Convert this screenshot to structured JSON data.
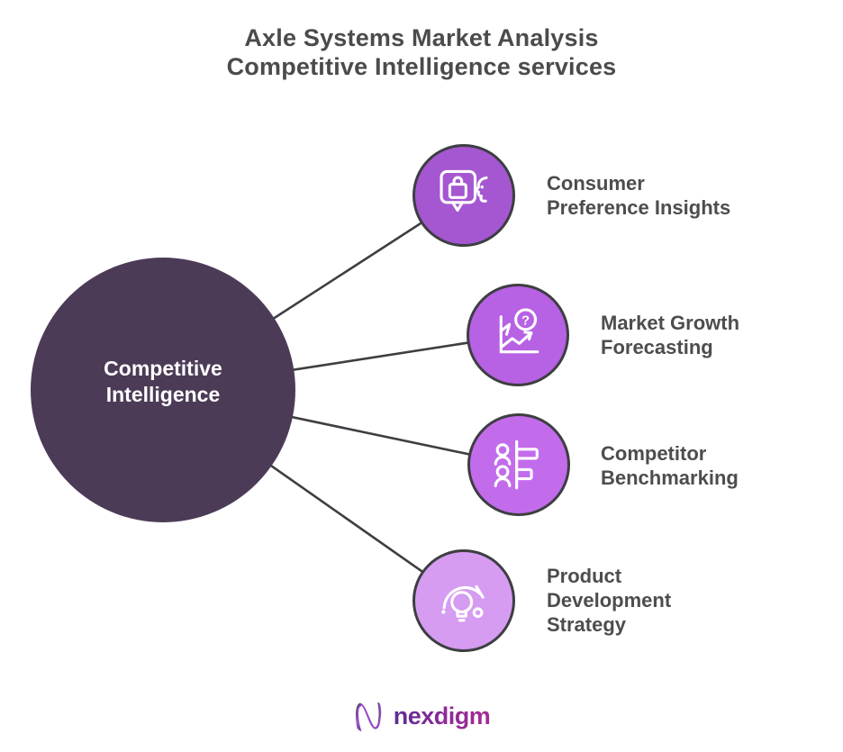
{
  "title": {
    "line1": "Axle Systems Market Analysis",
    "line2": "Competitive Intelligence services"
  },
  "central_node": {
    "line1": "Competitive",
    "line2": "Intelligence",
    "color": "#4c3b57",
    "text_color": "#ffffff"
  },
  "nodes": [
    {
      "label_lines": [
        "Consumer",
        "Preference Insights"
      ],
      "icon": "speech-bubble-shopping-bag-face-icon",
      "color": "#a557d1"
    },
    {
      "label_lines": [
        "Market Growth",
        "Forecasting"
      ],
      "icon": "growth-chart-question-icon",
      "color": "#b761e4",
      "question_glyph": "?"
    },
    {
      "label_lines": [
        "Competitor",
        "Benchmarking"
      ],
      "icon": "people-bars-benchmark-icon",
      "color": "#c26cec"
    },
    {
      "label_lines": [
        "Product",
        "Development",
        "Strategy"
      ],
      "icon": "lightbulb-arc-strategy-icon",
      "color": "#d59cf1"
    }
  ],
  "connector_color": "#3d3e42",
  "label_color": "#4d4d4d",
  "logo": {
    "text": "nexdigm",
    "color": "#7c2b92"
  }
}
